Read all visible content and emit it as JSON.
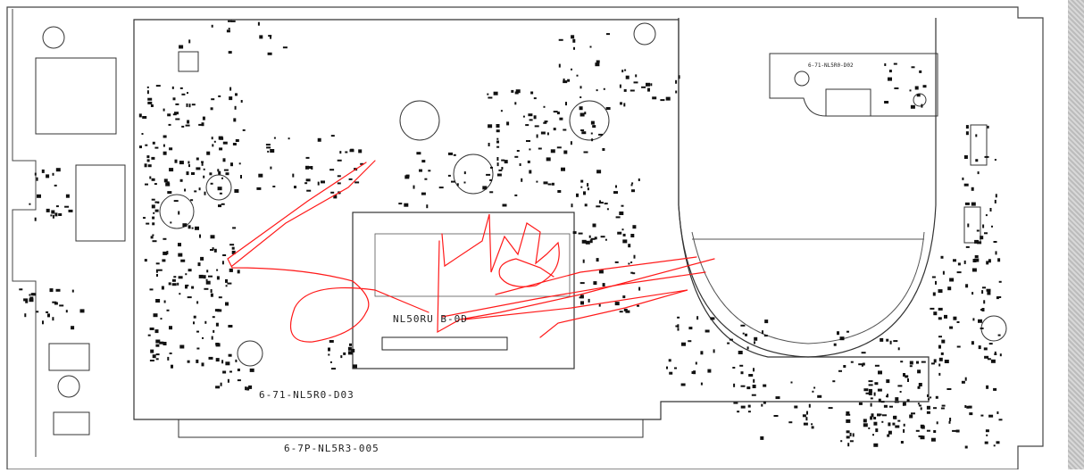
{
  "board": {
    "silk_labels": {
      "main_board": "6-71-NL5R0-D03",
      "chip_label": "NL50RU B-0D",
      "sub_board": "6-7P-NL5R3-005",
      "small_board": "6-71-NL5R0-D02"
    },
    "colors": {
      "outline": "#333333",
      "component": "#111111",
      "annotation": "#ff1a1a",
      "scrollbar": "#c8c8c8"
    }
  }
}
